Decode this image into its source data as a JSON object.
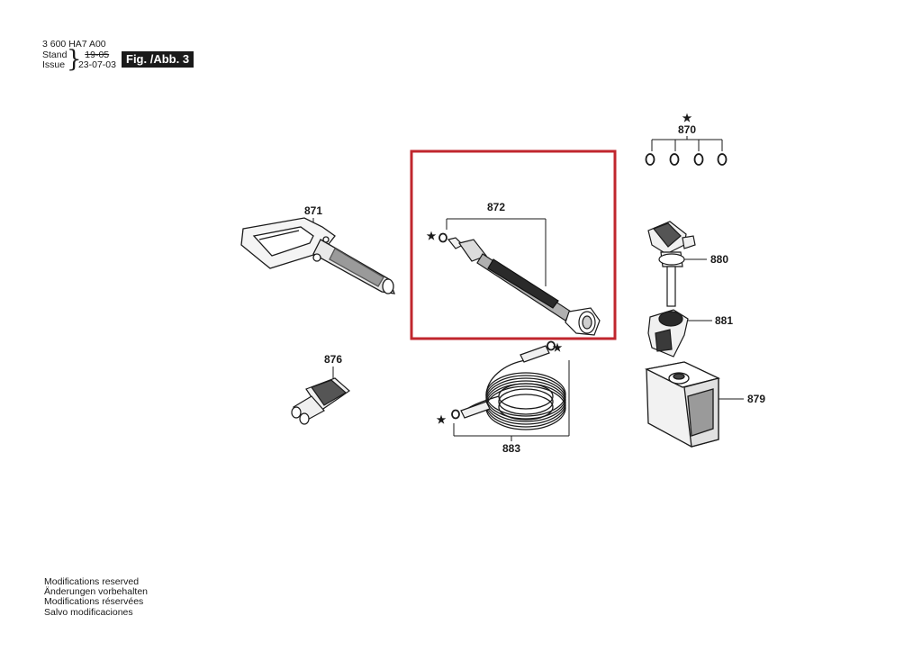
{
  "header": {
    "doc_code": "3 600 HA7 A00",
    "stand_label": "Stand",
    "issue_label": "Issue",
    "stand_value": "19-05",
    "issue_value": "23-07-03",
    "figure_label": "Fig. /Abb. 3"
  },
  "parts": {
    "p870": "870",
    "p871": "871",
    "p872": "872",
    "p876": "876",
    "p880": "880",
    "p881": "881",
    "p879": "879",
    "p883": "883"
  },
  "symbols": {
    "star": "★"
  },
  "highlight": {
    "color": "#c0262d"
  },
  "footer": {
    "lines": [
      "Modifications reserved",
      "Änderungen vorbehalten",
      "Modifications réservées",
      "Salvo modificaciones"
    ]
  }
}
